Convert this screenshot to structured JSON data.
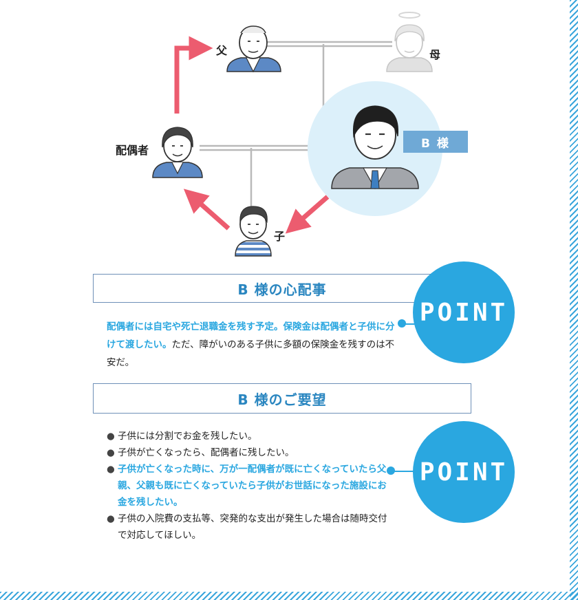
{
  "diagram": {
    "father_label": "父",
    "mother_label": "母",
    "spouse_label": "配偶者",
    "child_label": "子",
    "b_label": "B 様"
  },
  "concern": {
    "title": "B 様の心配事",
    "point": "POINT",
    "highlight_text": "配偶者には自宅や死亡退職金を残す予定。保険金は配偶者と子供に分けて渡したい。",
    "plain_text": "ただ、障がいのある子供に多額の保険金を残すのは不安だ。"
  },
  "requests": {
    "title": "B 様のご要望",
    "point": "POINT",
    "bullet_glyph": "●",
    "items": [
      {
        "text": "子供には分割でお金を残したい。"
      },
      {
        "text": "子供が亡くなったら、配偶者に残したい。"
      },
      {
        "text": "子供が亡くなった時に、万が一配偶者が既に亡くなっていたら父親、父親も既に亡くなっていたら子供がお世話になった施設にお金を残したい。"
      },
      {
        "text": "子供の入院費の支払等、突発的な支出が発生した場合は随時交付で対応してほしい。"
      }
    ]
  },
  "colors": {
    "accent_blue": "#2aa7e0",
    "title_blue": "#2a86c0",
    "arrow_red": "#ec5c6f",
    "b_circle": "#dcf0fa",
    "b_tag": "#6fa9d6"
  }
}
